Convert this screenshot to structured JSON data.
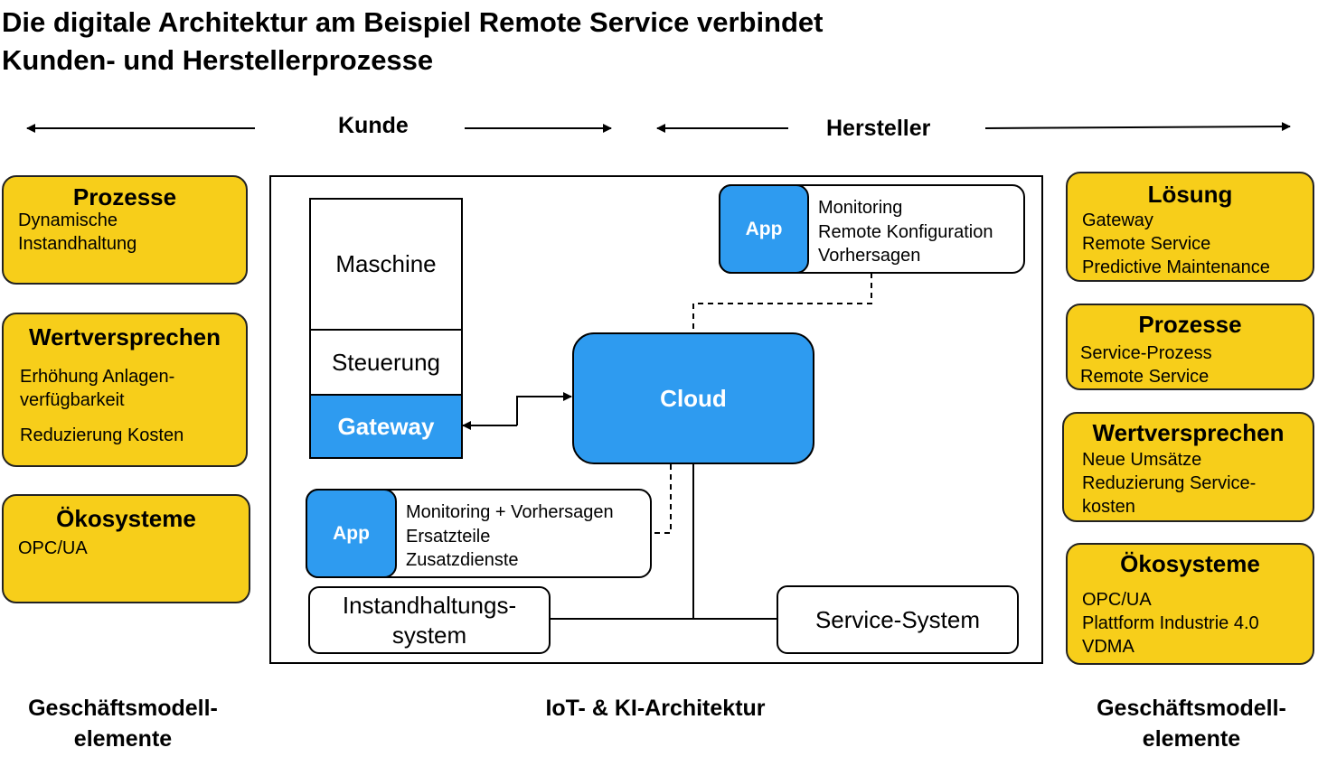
{
  "title": {
    "line1": "Die digitale Architektur am Beispiel Remote Service verbindet",
    "line2": "Kunden- und Herstellerprozesse"
  },
  "direction": {
    "kunde": "Kunde",
    "hersteller": "Hersteller"
  },
  "left": {
    "prozesse": {
      "title": "Prozesse",
      "items": [
        "Dynamische",
        "Instandhaltung"
      ]
    },
    "wertversprechen": {
      "title": "Wertversprechen",
      "items": [
        "Erhöhung Anlagen-",
        "verfügbarkeit",
        "Reduzierung Kosten"
      ]
    },
    "oekosysteme": {
      "title": "Ökosysteme",
      "items": [
        "OPC/UA"
      ]
    }
  },
  "right": {
    "loesung": {
      "title": "Lösung",
      "items": [
        "Gateway",
        "Remote Service",
        "Predictive Maintenance"
      ]
    },
    "prozesse": {
      "title": "Prozesse",
      "items": [
        "Service-Prozess",
        "Remote Service"
      ]
    },
    "wertversprechen": {
      "title": "Wertversprechen",
      "items": [
        "Neue Umsätze",
        "Reduzierung Service-",
        "kosten"
      ]
    },
    "oekosysteme": {
      "title": "Ökosysteme",
      "items": [
        "OPC/UA",
        "Plattform Industrie 4.0",
        "VDMA"
      ]
    }
  },
  "architecture": {
    "maschine": "Maschine",
    "steuerung": "Steuerung",
    "gateway": "Gateway",
    "cloud": "Cloud",
    "app_top": {
      "tag": "App",
      "items": [
        "Monitoring",
        "Remote Konfiguration",
        "Vorhersagen"
      ]
    },
    "app_bottom": {
      "tag": "App",
      "items": [
        "Monitoring + Vorhersagen",
        "Ersatzteile",
        "Zusatzdienste"
      ]
    },
    "instandhaltung": [
      "Instandhaltungs-",
      "system"
    ],
    "service_system": "Service-System"
  },
  "footer": {
    "left": [
      "Geschäftsmodell-",
      "elemente"
    ],
    "center": "IoT- & KI-Architektur",
    "right": [
      "Geschäftsmodell-",
      "elemente"
    ]
  },
  "colors": {
    "yellow": "#F7CE1A",
    "blue": "#2E9BF0"
  }
}
